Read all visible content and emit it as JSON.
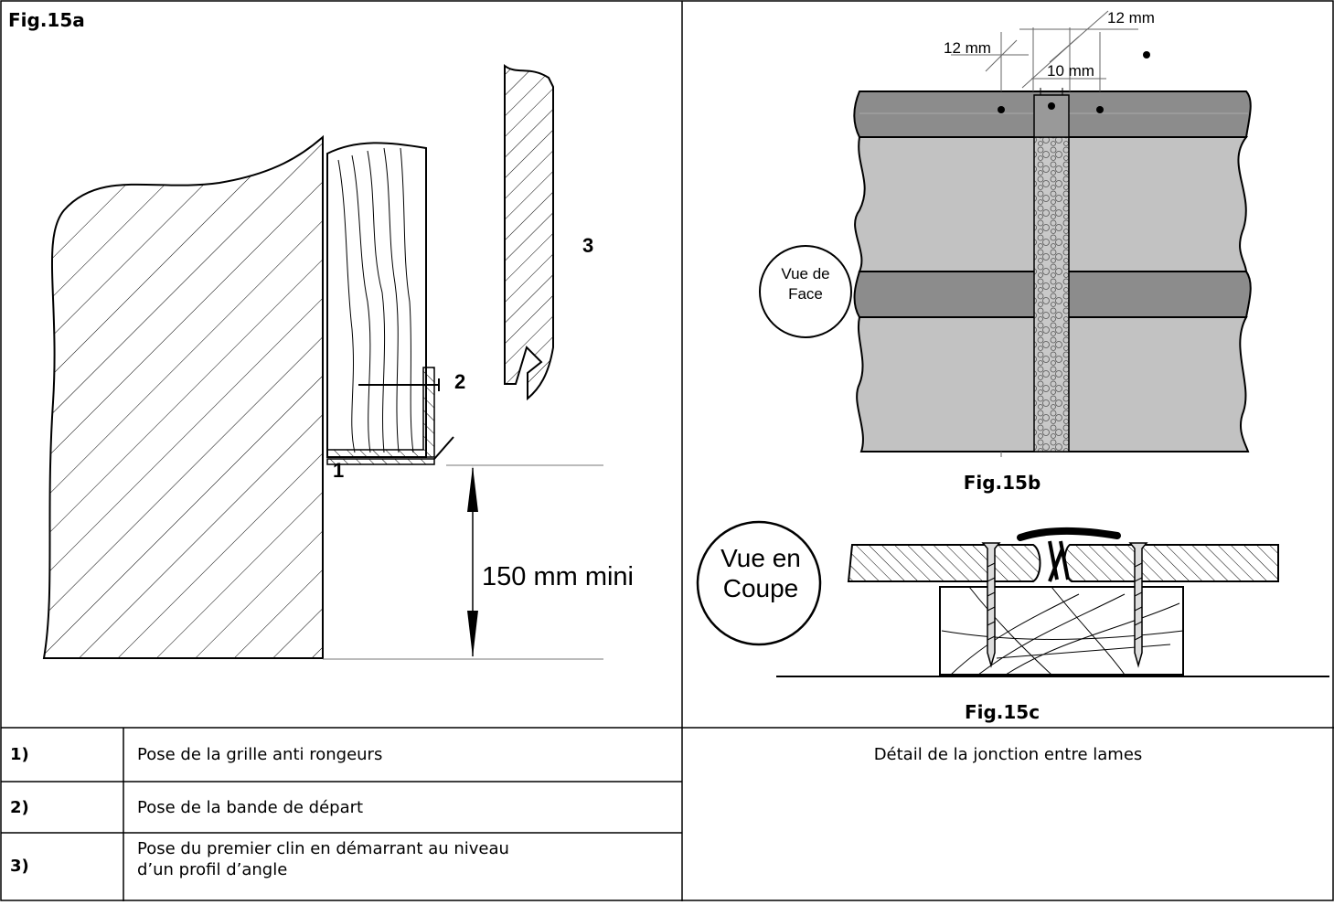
{
  "fig15a": {
    "title": "Fig.15a",
    "callout_1": "1",
    "callout_2": "2",
    "callout_3": "3",
    "dimension_label": "150 mm mini"
  },
  "fig15b": {
    "title": "Fig.15b",
    "dim_left": "12 mm",
    "dim_right": "12 mm",
    "dim_center": "10 mm",
    "view_label_line1": "Vue de",
    "view_label_line2": "Face"
  },
  "fig15c": {
    "title": "Fig.15c",
    "view_label_line1": "Vue en",
    "view_label_line2": "Coupe"
  },
  "table": {
    "rows": [
      {
        "num": "1)",
        "text": "Pose de la grille anti rongeurs"
      },
      {
        "num": "2)",
        "text": "Pose de la bande de départ"
      },
      {
        "num": "3)",
        "text_line1": "Pose du premier clin en démarrant au niveau",
        "text_line2": "d’un profil d’angle"
      }
    ],
    "right_caption": "Détail de la jonction entre lames"
  }
}
